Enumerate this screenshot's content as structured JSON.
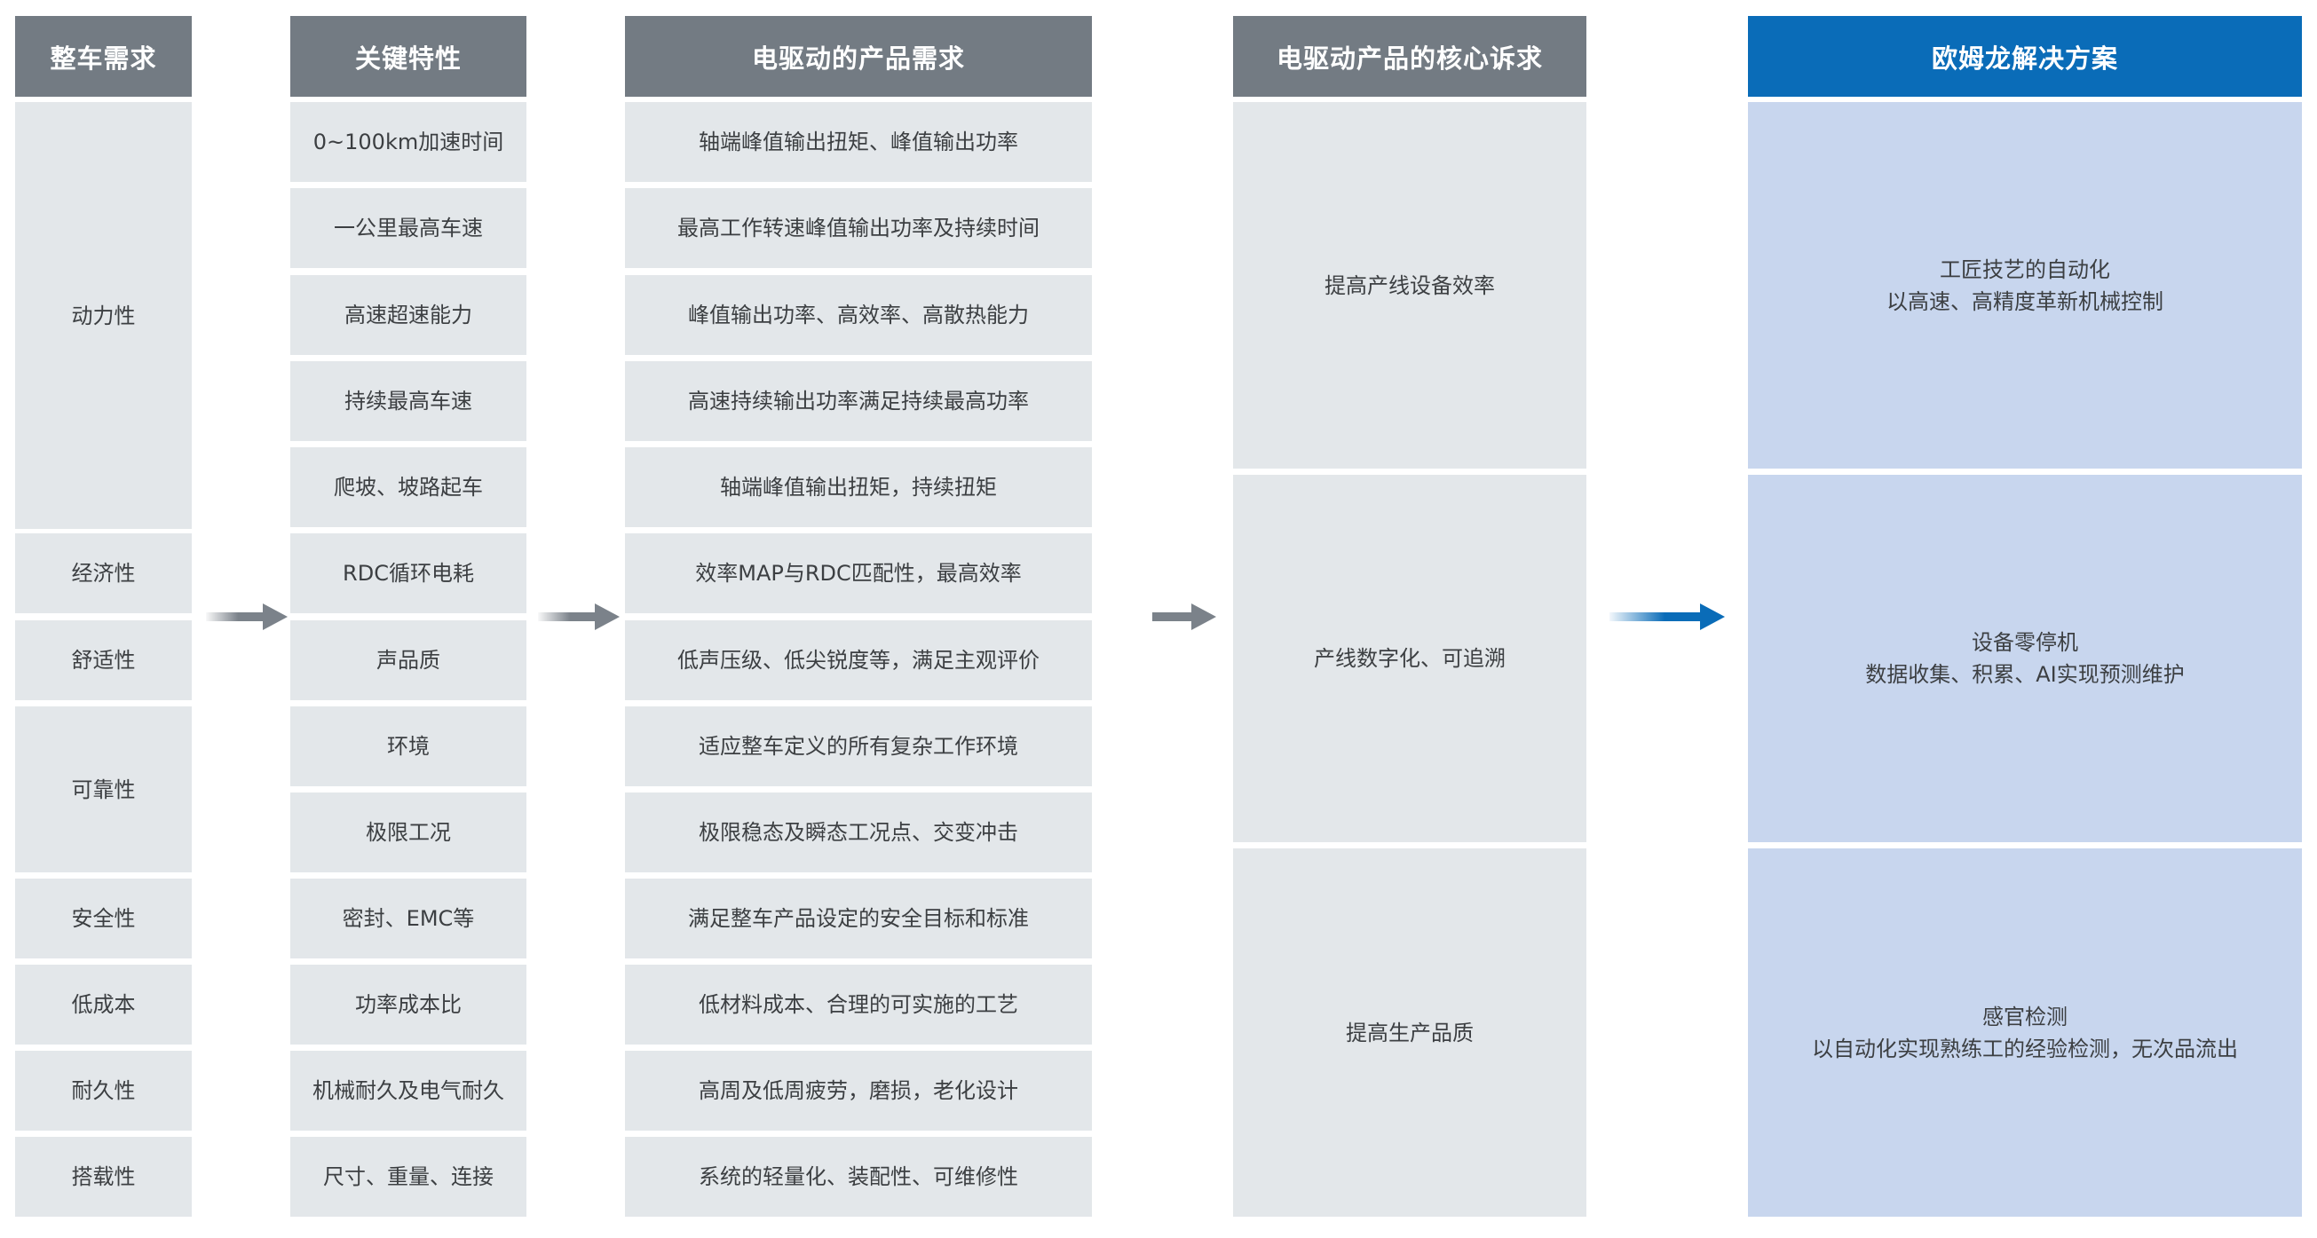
{
  "columns": [
    {
      "header": "整车需求",
      "cells": [
        "动力性",
        "经济性",
        "舒适性",
        "可靠性",
        "安全性",
        "低成本",
        "耐久性",
        "搭载性"
      ]
    },
    {
      "header": "关键特性",
      "cells": [
        "0~100km加速时间",
        "一公里最高车速",
        "高速超速能力",
        "持续最高车速",
        "爬坡、坡路起车",
        "RDC循环电耗",
        "声品质",
        "环境",
        "极限工况",
        "密封、EMC等",
        "功率成本比",
        "机械耐久及电气耐久",
        "尺寸、重量、连接"
      ]
    },
    {
      "header": "电驱动的产品需求",
      "cells": [
        "轴端峰值输出扭矩、峰值输出功率",
        "最高工作转速峰值输出功率及持续时间",
        "峰值输出功率、高效率、高散热能力",
        "高速持续输出功率满足持续最高功率",
        "轴端峰值输出扭矩，持续扭矩",
        "效率MAP与RDC匹配性，最高效率",
        "低声压级、低尖锐度等，满足主观评价",
        "适应整车定义的所有复杂工作环境",
        "极限稳态及瞬态工况点、交变冲击",
        "满足整车产品设定的安全目标和标准",
        "低材料成本、合理的可实施的工艺",
        "高周及低周疲劳，磨损，老化设计",
        "系统的轻量化、装配性、可维修性"
      ]
    },
    {
      "header": "电驱动产品的核心诉求",
      "cells": [
        "提高产线设备效率",
        "产线数字化、可追溯",
        "提高生产品质"
      ]
    },
    {
      "header": "欧姆龙解决方案",
      "cells": [
        {
          "title": "工匠技艺的自动化",
          "subtitle": "以高速、高精度革新机械控制"
        },
        {
          "title": "设备零停机",
          "subtitle": "数据收集、积累、AI实现预测维护"
        },
        {
          "title": "感官检测",
          "subtitle": "以自动化实现熟练工的经验检测，无次品流出"
        }
      ]
    }
  ],
  "colors": {
    "header_gray": "#737b83",
    "header_blue": "#0a6cb8",
    "cell_gray": "#e3e7ea",
    "cell_blue": "#c8d6ee",
    "arrow_gray": "#7b828a",
    "arrow_blue": "#0a6cb8"
  }
}
